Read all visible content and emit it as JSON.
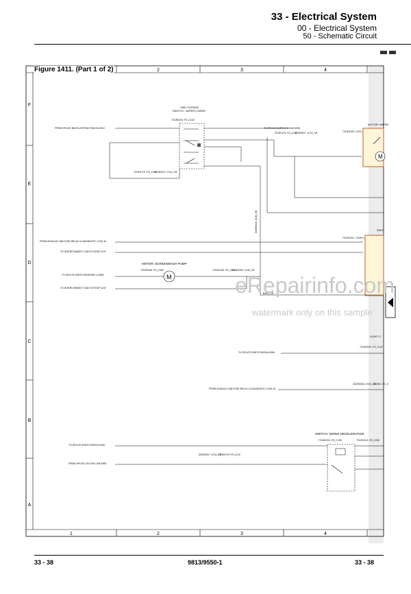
{
  "header": {
    "title": "33 - Electrical System",
    "subtitle1": "00 - Electrical System",
    "subtitle2": "50 - Schematic Circuit"
  },
  "figure": {
    "label": "Figure 1411. (Part 1 of 2)",
    "columns_top": [
      "2",
      "3",
      "4"
    ],
    "columns_bottom": [
      "1",
      "2",
      "3",
      "4"
    ],
    "rows": [
      "F",
      "E",
      "D",
      "C",
      "B",
      "A"
    ]
  },
  "components": {
    "wiper_lower_switch": {
      "code": "SWD\n701/E0033",
      "title": "SWITCH : WIPER LOWER",
      "conn": "721/E0219\n-FS_C118"
    },
    "wiper_motor": {
      "title": "MOTOR: WIPER",
      "conn": "721/E0225\n-C125_CB"
    },
    "screenwash_pump": {
      "title": "MOTOR: SCREENWASH PUMP",
      "conn1": "721/E0006\n-FS_C009",
      "conn2": "721/E0105\n-FS_X011",
      "conn3": "332/E0200\n-IC05_CB"
    },
    "swing_decel": {
      "title": "SWITCH: SWING DECELERATION",
      "conn1": "721/E0213\n-FS_C230",
      "conn2": "721/E0213\n-FS_C230"
    },
    "light": {
      "title": "LIGHT: C",
      "conn": "721/E0032\n-FS_C147"
    },
    "right_switch": {
      "title": "SWIT",
      "conn": "721/E0201\n-C108+1_CB"
    }
  },
  "wire_labels": {
    "from_splice_backlighting": "FROM SPLICE BACKLIGHTING FASCIA 0910",
    "to_splice_earth_fascia_top": "TO SPLICE EARTH FASCIA 0906",
    "fs_ic10_a": "721/E0175\n-FS_IC10",
    "ic10_cb_a": "332/E0017\n-IC10_CB",
    "fs_ic10_b": "721/E0175\n-FS_IC10",
    "ic10_cb_b": "332/E0017\n-IC10_CB",
    "from_module_cab_fuse_1": "FROM MODULE CAB FUSE,RELAY & DIAGNOSTIC C100 34",
    "to_interconnect_cab_roof_1": "TO INTERCONNECT CAB TO ROOF IC07",
    "to_splice_earth_reverse": "TO SPLICE EARTH REVERSE LI 0905",
    "to_interconnect_cab_roof_2": "TO INTERCONNECT CAB TO ROOF IC07",
    "to_splice_earth_fascia_c": "TO SPLICE EARTH FASCIA 0906",
    "from_module_cab_fuse_2": "FROM MODULE CAB FUSE,RELAY & DIAGNOSTIC C100 33",
    "to_splice_earth_fascia_b": "TO SPLICE EARTH FASCIA 0906",
    "from_splice_24v": "FROM SPLICE 24V IGN CAB 0908",
    "b004_cb": "B004_CB",
    "ic03_cb": "332/E0026\n-IC03_CB",
    "rc_k": "332/E0\n-RC_K",
    "vertical_conn": "332/E0040\n-IC06_CB"
  },
  "watermark": {
    "line1": "eRepairinfo.com",
    "line2": "watermark only on this sample"
  },
  "footer": {
    "left": "33 - 38",
    "center": "9813/9550-1",
    "right": "33 - 38"
  }
}
